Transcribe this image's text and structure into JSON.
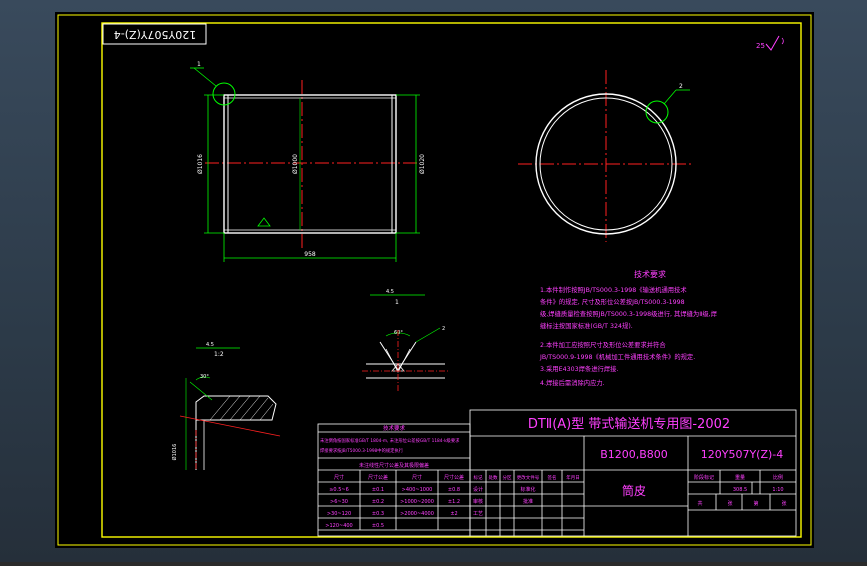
{
  "colors": {
    "sheet_bg": "#000000",
    "border": "#ffff00",
    "outline": "#00ff00",
    "centerline": "#ff2020",
    "dimension": "#b0b0b0",
    "note_text": "#ff40ff",
    "table_text": "#ff40ff",
    "white_line": "#ffffff",
    "leader": "#ff2020"
  },
  "drawing": {
    "rotated_code": "120Y507Y(Z)-4",
    "roughness_mark": "25",
    "callout_1": "1",
    "callout_2": "2",
    "dim_left": "Ø1016",
    "dim_center": "Ø1000",
    "dim_right": "Ø1020",
    "dim_bottom": "958",
    "detail_a_label": "1",
    "detail_a_dim": "4.5",
    "detail_b_label": "1:2",
    "detail_b_dim": "4.5",
    "detail_b_angle": "30°",
    "weld_angle": "60°",
    "weld_gap": "2",
    "detail_c_dim": "Ø1016"
  },
  "notes": {
    "title": "技术要求",
    "lines": [
      "1.本件制作按照JB/TS000.3-1998《输送机通用技术",
      "条件》的规定, 尺寸及形位公差按JB/TS000.3-1998",
      "级,焊缝质量检查按照JB/TS000.3-1998级进行, 其焊缝为Ⅱ级,焊",
      "缝标注按国家标准(GB/T 324规).",
      "2.本件加工应按照尺寸及形位公差要求并符合",
      "JB/TS000.9-1998《机械加工件通用技术条件》的规定.",
      "3.采用E4303焊条进行焊接.",
      "4.焊接后需消除内应力."
    ]
  },
  "left_table": {
    "header": "技术要求",
    "row1": "未注倒角按国家标准GB/T 1804-m, 未注形位公差按GB/T 1184-k级要求",
    "row2": "焊接要求按JB/T5000.3-1998中的规定执行",
    "subheader": "未注线性尺寸公差及其极限偏差",
    "cols": [
      "尺寸",
      "尺寸公差",
      "尺寸",
      "尺寸公差"
    ],
    "rows": [
      [
        "≥0.5~6",
        "±0.1",
        ">400~1000",
        "±0.8"
      ],
      [
        ">6~30",
        "±0.2",
        ">1000~2000",
        "±1.2"
      ],
      [
        ">30~120",
        "±0.3",
        ">2000~4000",
        "±2"
      ],
      [
        ">120~400",
        "±0.5",
        "",
        ""
      ]
    ]
  },
  "title_block": {
    "title": "DTⅡ(A)型  带式输送机专用图-2002",
    "spec": "B1200,B800",
    "drawing_number": "120Y507Y(Z)-4",
    "part_name": "筒皮",
    "change_headers": [
      "标记",
      "处数",
      "分区",
      "更改文件号",
      "签名",
      "年月日"
    ],
    "role_labels": [
      "设计",
      "审核",
      "工艺"
    ],
    "std_labels": [
      "标准化",
      "批准"
    ],
    "stage_label": "阶段标记",
    "weight_label": "重量",
    "scale_label": "比例",
    "weight_value": "308.5",
    "scale_value": "1:10",
    "sheet_labels": [
      "共",
      "张",
      "第",
      "张"
    ]
  }
}
